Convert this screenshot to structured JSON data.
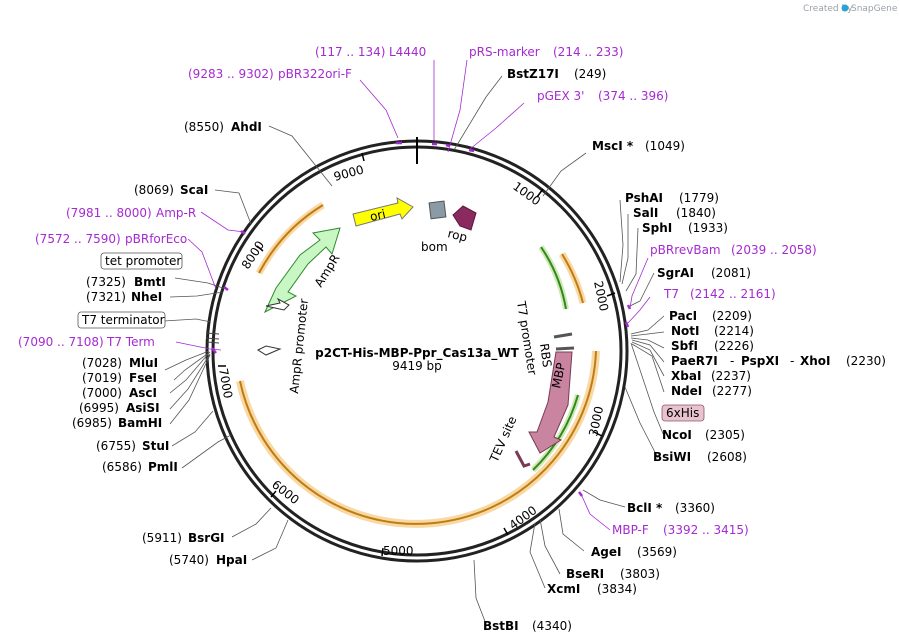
{
  "watermark": {
    "prefix": "Created by",
    "brand": "SnapGene"
  },
  "plasmid": {
    "name": "p2CT-His-MBP-Ppr_Cas13a_WT",
    "length": "9419 bp"
  },
  "ticks": [
    "1000",
    "2000",
    "3000",
    "4000",
    "5000",
    "6000",
    "7000",
    "8000",
    "9000"
  ],
  "features": {
    "ori": "ori",
    "rop": "rop",
    "bom": "bom",
    "ampr": "AmpR",
    "ampr_promoter": "AmpR promoter",
    "t7_promoter": "T7 promoter",
    "rbs": "RBS",
    "mbp": "MBP",
    "tev": "TEV site"
  },
  "sites_left": [
    {
      "pos": "(8550)",
      "name": "AhdI"
    },
    {
      "pos": "(8069)",
      "name": "ScaI"
    },
    {
      "pos": "(7325)",
      "name": "BmtI"
    },
    {
      "pos": "(7321)",
      "name": "NheI"
    },
    {
      "pos": "(7028)",
      "name": "MluI"
    },
    {
      "pos": "(7019)",
      "name": "FseI"
    },
    {
      "pos": "(7000)",
      "name": "AscI"
    },
    {
      "pos": "(6995)",
      "name": "AsiSI"
    },
    {
      "pos": "(6985)",
      "name": "BamHI"
    },
    {
      "pos": "(6755)",
      "name": "StuI"
    },
    {
      "pos": "(6586)",
      "name": "PmlI"
    },
    {
      "pos": "(5911)",
      "name": "BsrGI"
    },
    {
      "pos": "(5740)",
      "name": "HpaI"
    }
  ],
  "primers_left": [
    {
      "range": "(117 .. 134)",
      "name": "L4440"
    },
    {
      "range": "(9283 .. 9302)",
      "name": "pBR322ori-F"
    },
    {
      "range": "(7981 .. 8000)",
      "name": "Amp-R"
    },
    {
      "range": "(7572 .. 7590)",
      "name": "pBRforEco"
    },
    {
      "range": "(7090 .. 7108)",
      "name": "T7 Term"
    }
  ],
  "boxed_left": [
    "tet promoter",
    "T7 terminator"
  ],
  "sites_right": [
    {
      "name": "BstZ17I",
      "pos": "(249)"
    },
    {
      "name": "MscI *",
      "pos": "(1049)"
    },
    {
      "name": "PshAI",
      "pos": "(1779)"
    },
    {
      "name": "SalI",
      "pos": "(1840)"
    },
    {
      "name": "SphI",
      "pos": "(1933)"
    },
    {
      "name": "SgrAI",
      "pos": "(2081)"
    },
    {
      "name": "PacI",
      "pos": "(2209)"
    },
    {
      "name": "NotI",
      "pos": "(2214)"
    },
    {
      "name": "SbfI",
      "pos": "(2226)"
    },
    {
      "name": "XbaI",
      "pos": "(2237)"
    },
    {
      "name": "NdeI",
      "pos": "(2277)"
    },
    {
      "name": "NcoI",
      "pos": "(2305)"
    },
    {
      "name": "BsiWI",
      "pos": "(2608)"
    },
    {
      "name": "BclI *",
      "pos": "(3360)"
    },
    {
      "name": "AgeI",
      "pos": "(3569)"
    },
    {
      "name": "BseRI",
      "pos": "(3803)"
    },
    {
      "name": "XcmI",
      "pos": "(3834)"
    },
    {
      "name": "BstBI",
      "pos": "(4340)"
    }
  ],
  "multi_site": {
    "a": "PaeR7I",
    "sep1": "-",
    "b": "PspXI",
    "sep2": "-",
    "c": "XhoI",
    "pos": "(2230)"
  },
  "primers_right": [
    {
      "name": "pRS-marker",
      "range": "(214 .. 233)"
    },
    {
      "name": "pGEX 3'",
      "range": "(374 .. 396)"
    },
    {
      "name": "pBRrevBam",
      "range": "(2039 .. 2058)"
    },
    {
      "name": "T7",
      "range": "(2142 .. 2161)"
    },
    {
      "name": "MBP-F",
      "range": "(3392 .. 3415)"
    }
  ],
  "boxed_right": [
    "6xHis"
  ]
}
